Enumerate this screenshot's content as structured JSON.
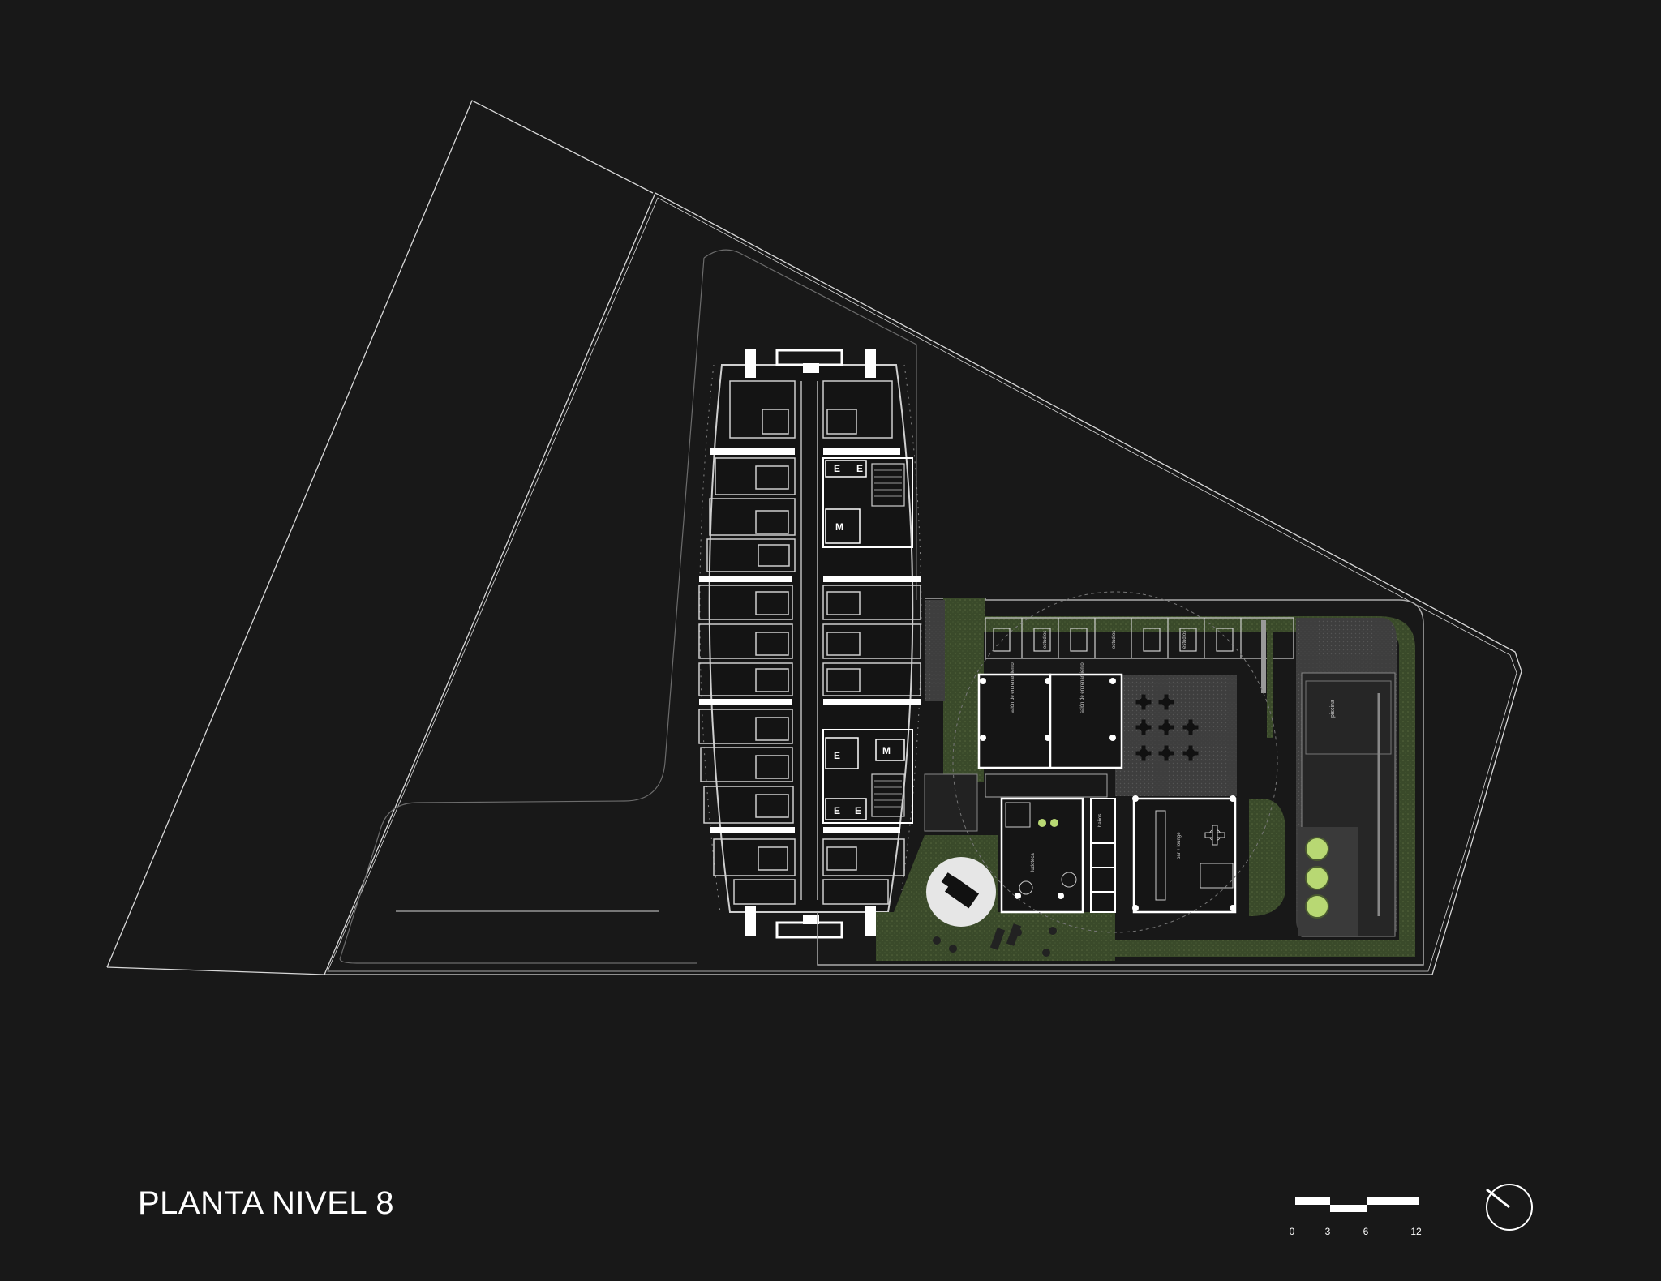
{
  "title": "PLANTA NIVEL 8",
  "scale": {
    "labels": [
      "0",
      "3",
      "6",
      "12"
    ]
  },
  "rooms": {
    "elevator_e": "E",
    "elevator_m": "M",
    "estudio": "estudios",
    "salon_a": "salón de entrenamiento",
    "salon_b": "salón de entrenamiento",
    "bar_lounge": "bar + lounge",
    "ludoteca": "ludoteca",
    "pool": "piscina",
    "sanitarios": "baños"
  },
  "colors": {
    "background": "#181818",
    "lines": "#d8d8d8",
    "walls": "#ffffff",
    "garden": "#3b4a2c",
    "terrace": "#444444",
    "pool": "#2a2a2a",
    "tree": "#b8d873"
  }
}
